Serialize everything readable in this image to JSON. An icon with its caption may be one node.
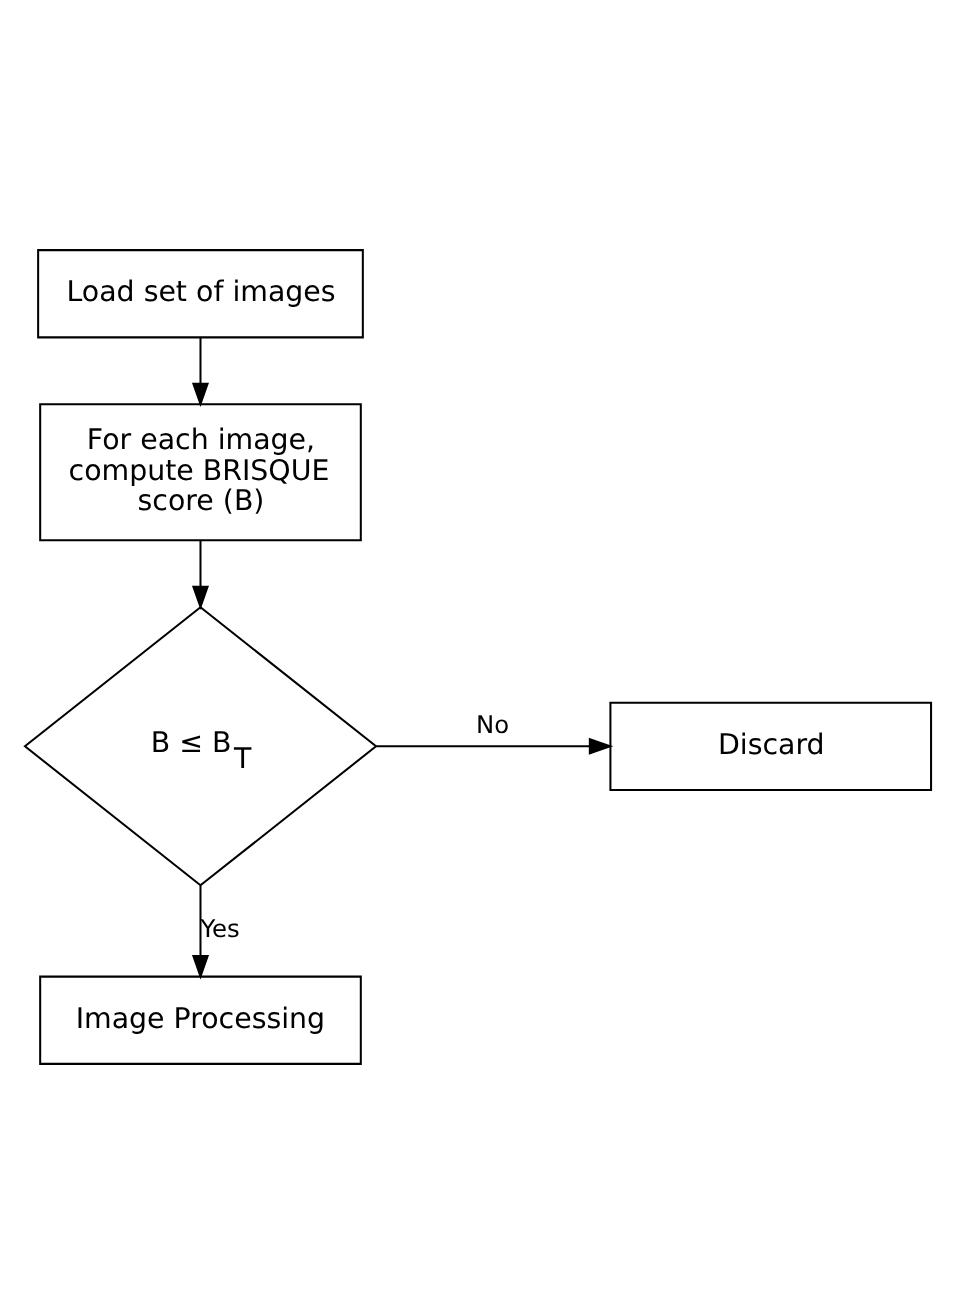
{
  "diagram": {
    "nodes": [
      {
        "text": [
          "Load set of images"
        ]
      },
      {
        "text": [
          "For each image, compute BRISQUE score (B)"
        ]
      },
      {
        "text": [
          "B ≤ B$_{T}$"
        ]
      },
      {
        "text": [
          "Discard"
        ]
      },
      {
        "text": [
          "Image Processing"
        ]
      }
    ],
    "edges": [
      {
        "from": 0,
        "to": 1,
        "arrow": "to"
      },
      {
        "from": 1,
        "to": 2,
        "arrow": "to"
      },
      {
        "from": 2,
        "to": 3,
        "arrow": "to",
        "label": "No"
      },
      {
        "from": 2,
        "to": 4,
        "arrow": "to",
        "label": "Yes"
      }
    ]
  }
}
